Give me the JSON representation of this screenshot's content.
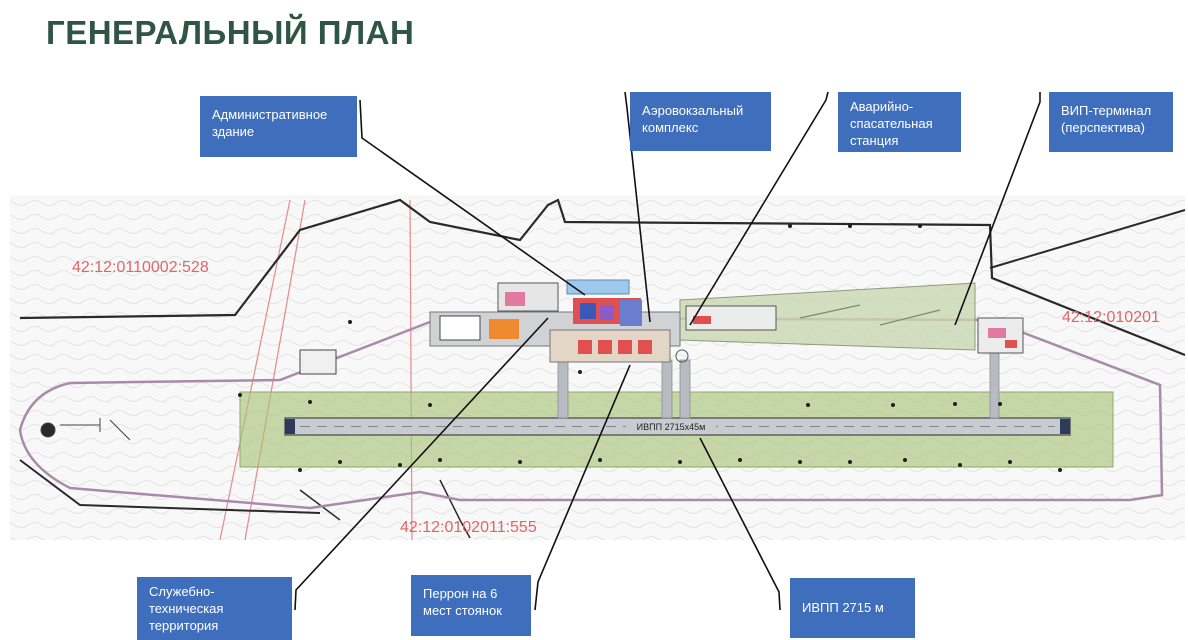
{
  "title": "ГЕНЕРАЛЬНЫЙ ПЛАН",
  "callouts": {
    "admin": "Административное здание",
    "terminal": "Аэровокзальный комплекс",
    "rescue": "Аварийно-спасательная станция",
    "vip": "ВИП-терминал (перспектива)",
    "service": "Служебно-техническая территория",
    "apron": "Перрон на 6 мест стоянок",
    "runway": "ИВПП 2715 м"
  },
  "parcels": {
    "parcel_left": "42:12:0110002:528",
    "parcel_right": "42:12:010201",
    "parcel_bottom": "42:12:0102011:555"
  },
  "runway_label": "ИВПП 2715х45м",
  "colors": {
    "title": "#2f5545",
    "callout_bg": "#3f6ebd",
    "parcel_text": "#e06666",
    "green_zone": "#a9c47a"
  }
}
